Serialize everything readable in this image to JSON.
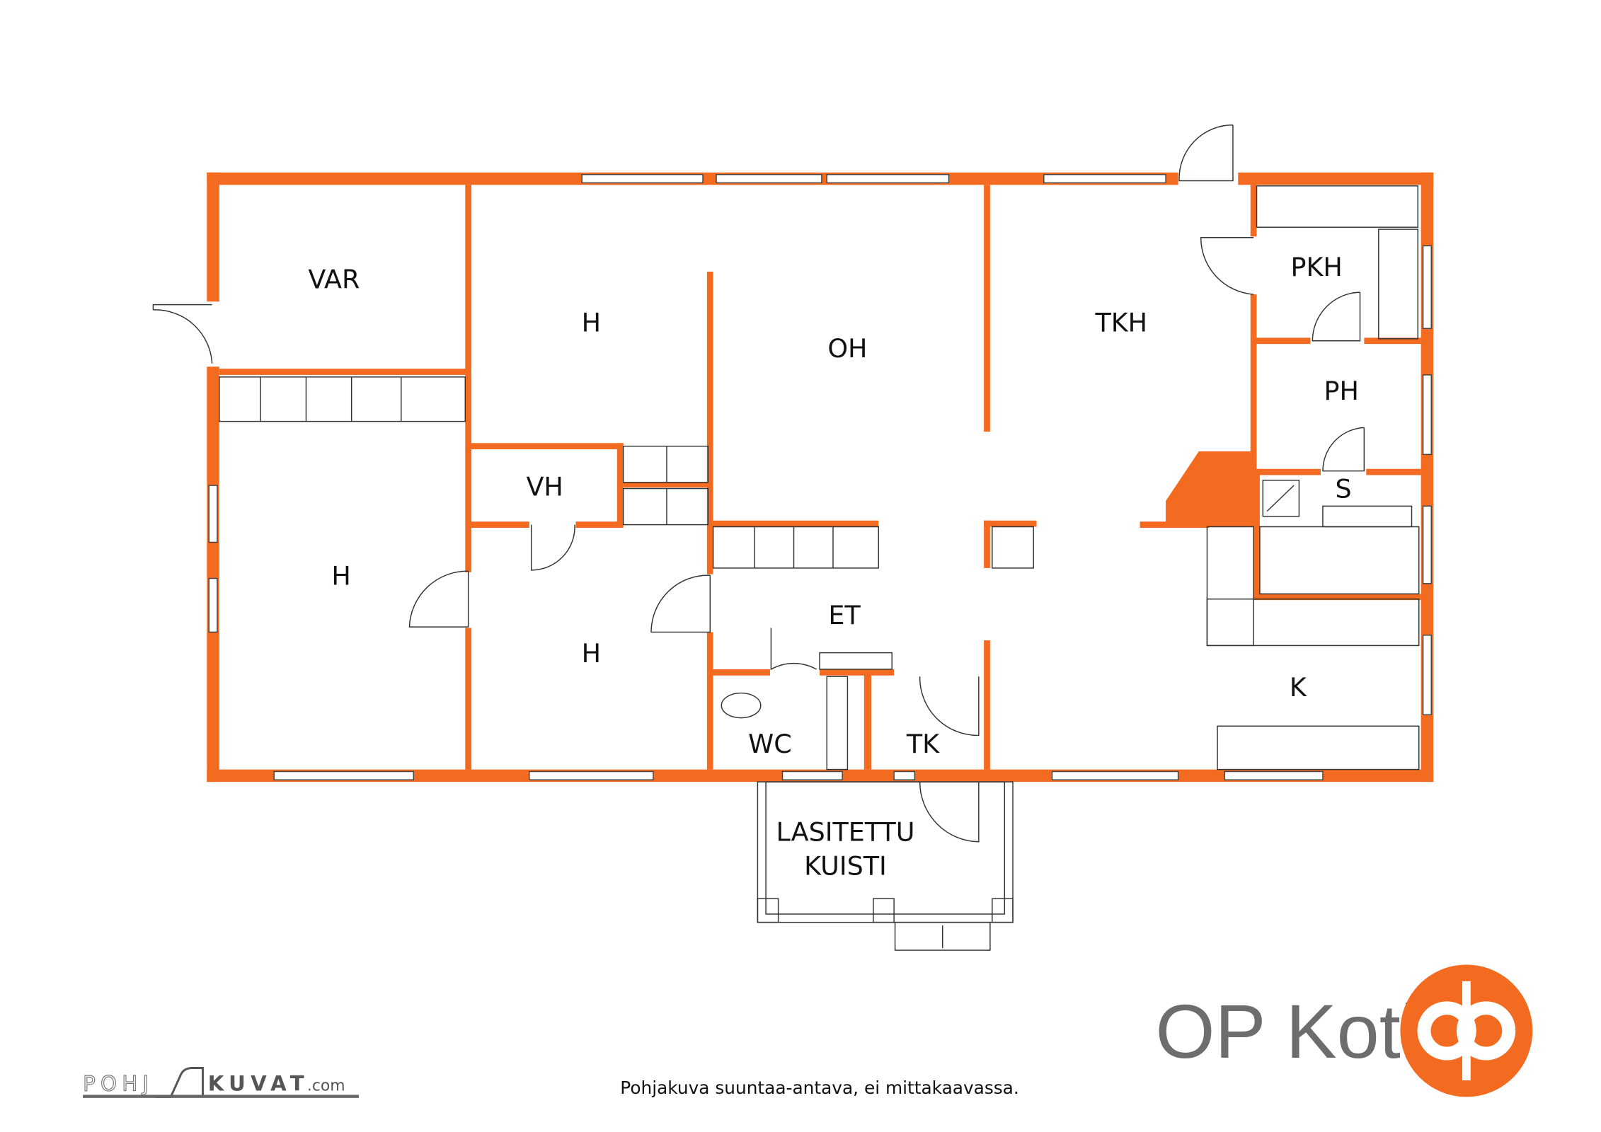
{
  "colors": {
    "wall": "#F26B21",
    "brand": "#F26B21",
    "logo_text": "#6D6D6D"
  },
  "rooms": {
    "var": "VAR",
    "h_top": "H",
    "oh": "OH",
    "tkh": "TKH",
    "pkh": "PKH",
    "ph": "PH",
    "vh": "VH",
    "s": "S",
    "h_left": "H",
    "et": "ET",
    "h_mid": "H",
    "k": "K",
    "wc": "WC",
    "tk": "TK",
    "porch_line1": "LASITETTU",
    "porch_line2": "KUISTI"
  },
  "footer": {
    "note": "Pohjakuva suuntaa-antava, ei mittakaavassa.",
    "brand_text": "OP Koti",
    "pohjakuvat_left": "POHJ",
    "pohjakuvat_right": "KUVAT",
    "pohjakuvat_domain": ".com"
  }
}
